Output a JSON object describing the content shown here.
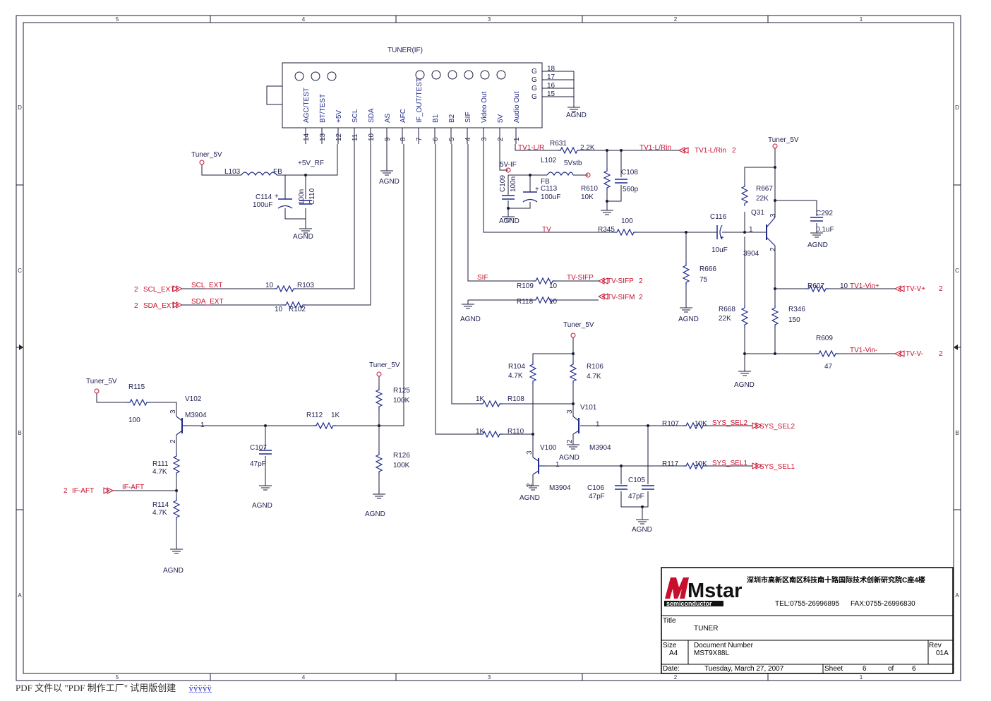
{
  "frame": {
    "col_labels_top": [
      "5",
      "4",
      "3",
      "2",
      "1"
    ],
    "col_labels_bottom": [
      "5",
      "4",
      "3",
      "2",
      "1"
    ],
    "row_labels": [
      "D",
      "C",
      "B",
      "A"
    ]
  },
  "tuner": {
    "title": "TUNER(IF)",
    "pins": [
      {
        "name": "AGC/TEST",
        "num": "14"
      },
      {
        "name": "BT/TEST",
        "num": "13"
      },
      {
        "name": "+5V",
        "num": "12"
      },
      {
        "name": "SCL",
        "num": "11"
      },
      {
        "name": "SDA",
        "num": "10"
      },
      {
        "name": "AS",
        "num": "9"
      },
      {
        "name": "AFC",
        "num": "8"
      },
      {
        "name": "IF_OUT/TEST",
        "num": "7"
      },
      {
        "name": "B1",
        "num": "6"
      },
      {
        "name": "B2",
        "num": "5"
      },
      {
        "name": "SIF",
        "num": "4"
      },
      {
        "name": "Video Out",
        "num": "3"
      },
      {
        "name": "5V",
        "num": "2"
      },
      {
        "name": "Audio Out",
        "num": "1"
      }
    ],
    "gnd_pins": [
      {
        "g": "G",
        "num": "18"
      },
      {
        "g": "G",
        "num": "17"
      },
      {
        "g": "G",
        "num": "16"
      },
      {
        "g": "G",
        "num": "15"
      }
    ]
  },
  "labels": {
    "agnd": "AGND",
    "tuner_5v": "Tuner_5V",
    "p5v_rf": "+5V_RF",
    "fb": "FB",
    "l103": "L103",
    "c114": "C114",
    "c114_v": "100uF",
    "c110": "C110",
    "c110_v": "100n",
    "tv1_lr": "TV1-L/R",
    "r631": "R631",
    "r631_v": "2.2K",
    "tv1_lrin": "TV1-L/Rin",
    "tv1_lrin_off": "TV1-L/Rin",
    "tv1_lrin_num": "2",
    "v5_if": "5V-IF",
    "l102": "L102",
    "v5stb": "5Vstb",
    "c109": "C109",
    "c109_v": "100n",
    "c113": "C113",
    "c113_v": "100uF",
    "r610": "R610",
    "r610_v": "10K",
    "c108": "C108",
    "c108_v": "560p",
    "tv": "TV",
    "r345": "R345",
    "r345_v": "100",
    "c116": "C116",
    "c116_v": "10uF",
    "r667": "R667",
    "r667_v": "22K",
    "q31": "Q31",
    "q31_part": "3904",
    "c292": "C292",
    "c292_v": "0.1uF",
    "r666": "R666",
    "r666_v": "75",
    "r668": "R668",
    "r668_v": "22K",
    "r346": "R346",
    "r346_v": "150",
    "r607": "R607",
    "r607_v": "10",
    "tv1_vinp": "TV1-Vin+",
    "tv_vp": "TV-V+",
    "tv_vp_num": "2",
    "r609": "R609",
    "r609_v": "47",
    "tv1_vinm": "TV1-Vin-",
    "tv_vm": "TV-V-",
    "tv_vm_num": "2",
    "scl_ext_off": "SCL_EXT",
    "scl_ext_num": "2",
    "scl_ext": "SCL_EXT",
    "r103": "R103",
    "r103_v": "10",
    "sda_ext_off": "SDA_EXT",
    "sda_ext_num": "2",
    "sda_ext": "SDA_EXT",
    "r102": "R102",
    "r102_v": "10",
    "sif": "SIF",
    "r109": "R109",
    "r109_v": "10",
    "tv_sifp": "TV-SIFP",
    "tv_sifp_off": "TV-SIFP",
    "tv_sifp_num": "2",
    "r118": "R118",
    "r118_v": "10",
    "tv_sifm_off": "TV-SIFM",
    "tv_sifm_num": "2",
    "r115": "R115",
    "r115_v": "100",
    "v102": "V102",
    "m3904": "M3904",
    "r112": "R112",
    "r112_v": "1K",
    "r125": "R125",
    "r125_v": "100K",
    "r126": "R126",
    "r126_v": "100K",
    "c107": "C107",
    "c107_v": "47pF",
    "r111": "R111",
    "r111_v": "4.7K",
    "r114": "R114",
    "r114_v": "4.7K",
    "if_aft": "IF-AFT",
    "if_aft_off": "IF-AFT",
    "if_aft_num": "2",
    "r104": "R104",
    "r104_v": "4.7K",
    "r106": "R106",
    "r106_v": "4.7K",
    "r108": "R108",
    "r108_v": "1K",
    "r110": "R110",
    "r110_v": "1K",
    "v101": "V101",
    "v100": "V100",
    "r107": "R107",
    "r107_v": "10K",
    "sys_sel2": "SYS_SEL2",
    "sys_sel2_off": "SYS_SEL2",
    "r117": "R117",
    "r117_v": "10K",
    "sys_sel1": "SYS_SEL1",
    "sys_sel1_off": "SYS_SEL1",
    "c106": "C106",
    "c106_v": "47pF",
    "c105": "C105",
    "c105_v": "47pF",
    "pin1": "1",
    "pin2": "2",
    "pin3": "3",
    "plus": "+"
  },
  "title_block": {
    "address": "深圳市高新区南区科技南十路国际技术创新研究院C座4楼",
    "tel": "TEL:0755-26996895",
    "fax": "FAX:0755-26996830",
    "logo": "Mstar",
    "logo_sub": "semiconductor",
    "title_label": "Title",
    "title": "TUNER",
    "size_label": "Size",
    "size": "A4",
    "docnum_label": "Document Number",
    "docnum": "MST9X88L",
    "rev_label": "Rev",
    "rev": "01A",
    "date_label": "Date:",
    "date": "Tuesday, March 27, 2007",
    "sheet_label": "Sheet",
    "sheet": "6",
    "of_label": "of",
    "of": "6"
  },
  "footer": {
    "text": "PDF 文件以 \"PDF 制作工厂\" 试用版创建",
    "link": "ÿÿÿÿÿ"
  }
}
